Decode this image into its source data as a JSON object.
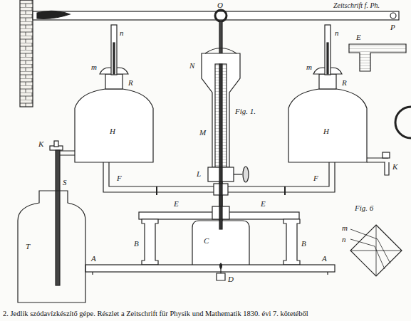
{
  "diagram": {
    "caption": "2. Jedlik szódavízkészítő gépe. Részlet a Zeitschrift für Physik und Mathematik 1830. évi 7. kötetéből",
    "labels": [
      "Zeitschrift f. Ph.",
      "O",
      "P",
      "E",
      "n",
      "m",
      "R",
      "H",
      "N",
      "M",
      "Fig. 1.",
      "n",
      "m",
      "R",
      "H",
      "K",
      "S",
      "L",
      "F",
      "F",
      "K",
      "T",
      "E",
      "E",
      "C",
      "B",
      "B",
      "Fig. 6",
      "m",
      "n",
      "A",
      "A",
      "D"
    ]
  }
}
